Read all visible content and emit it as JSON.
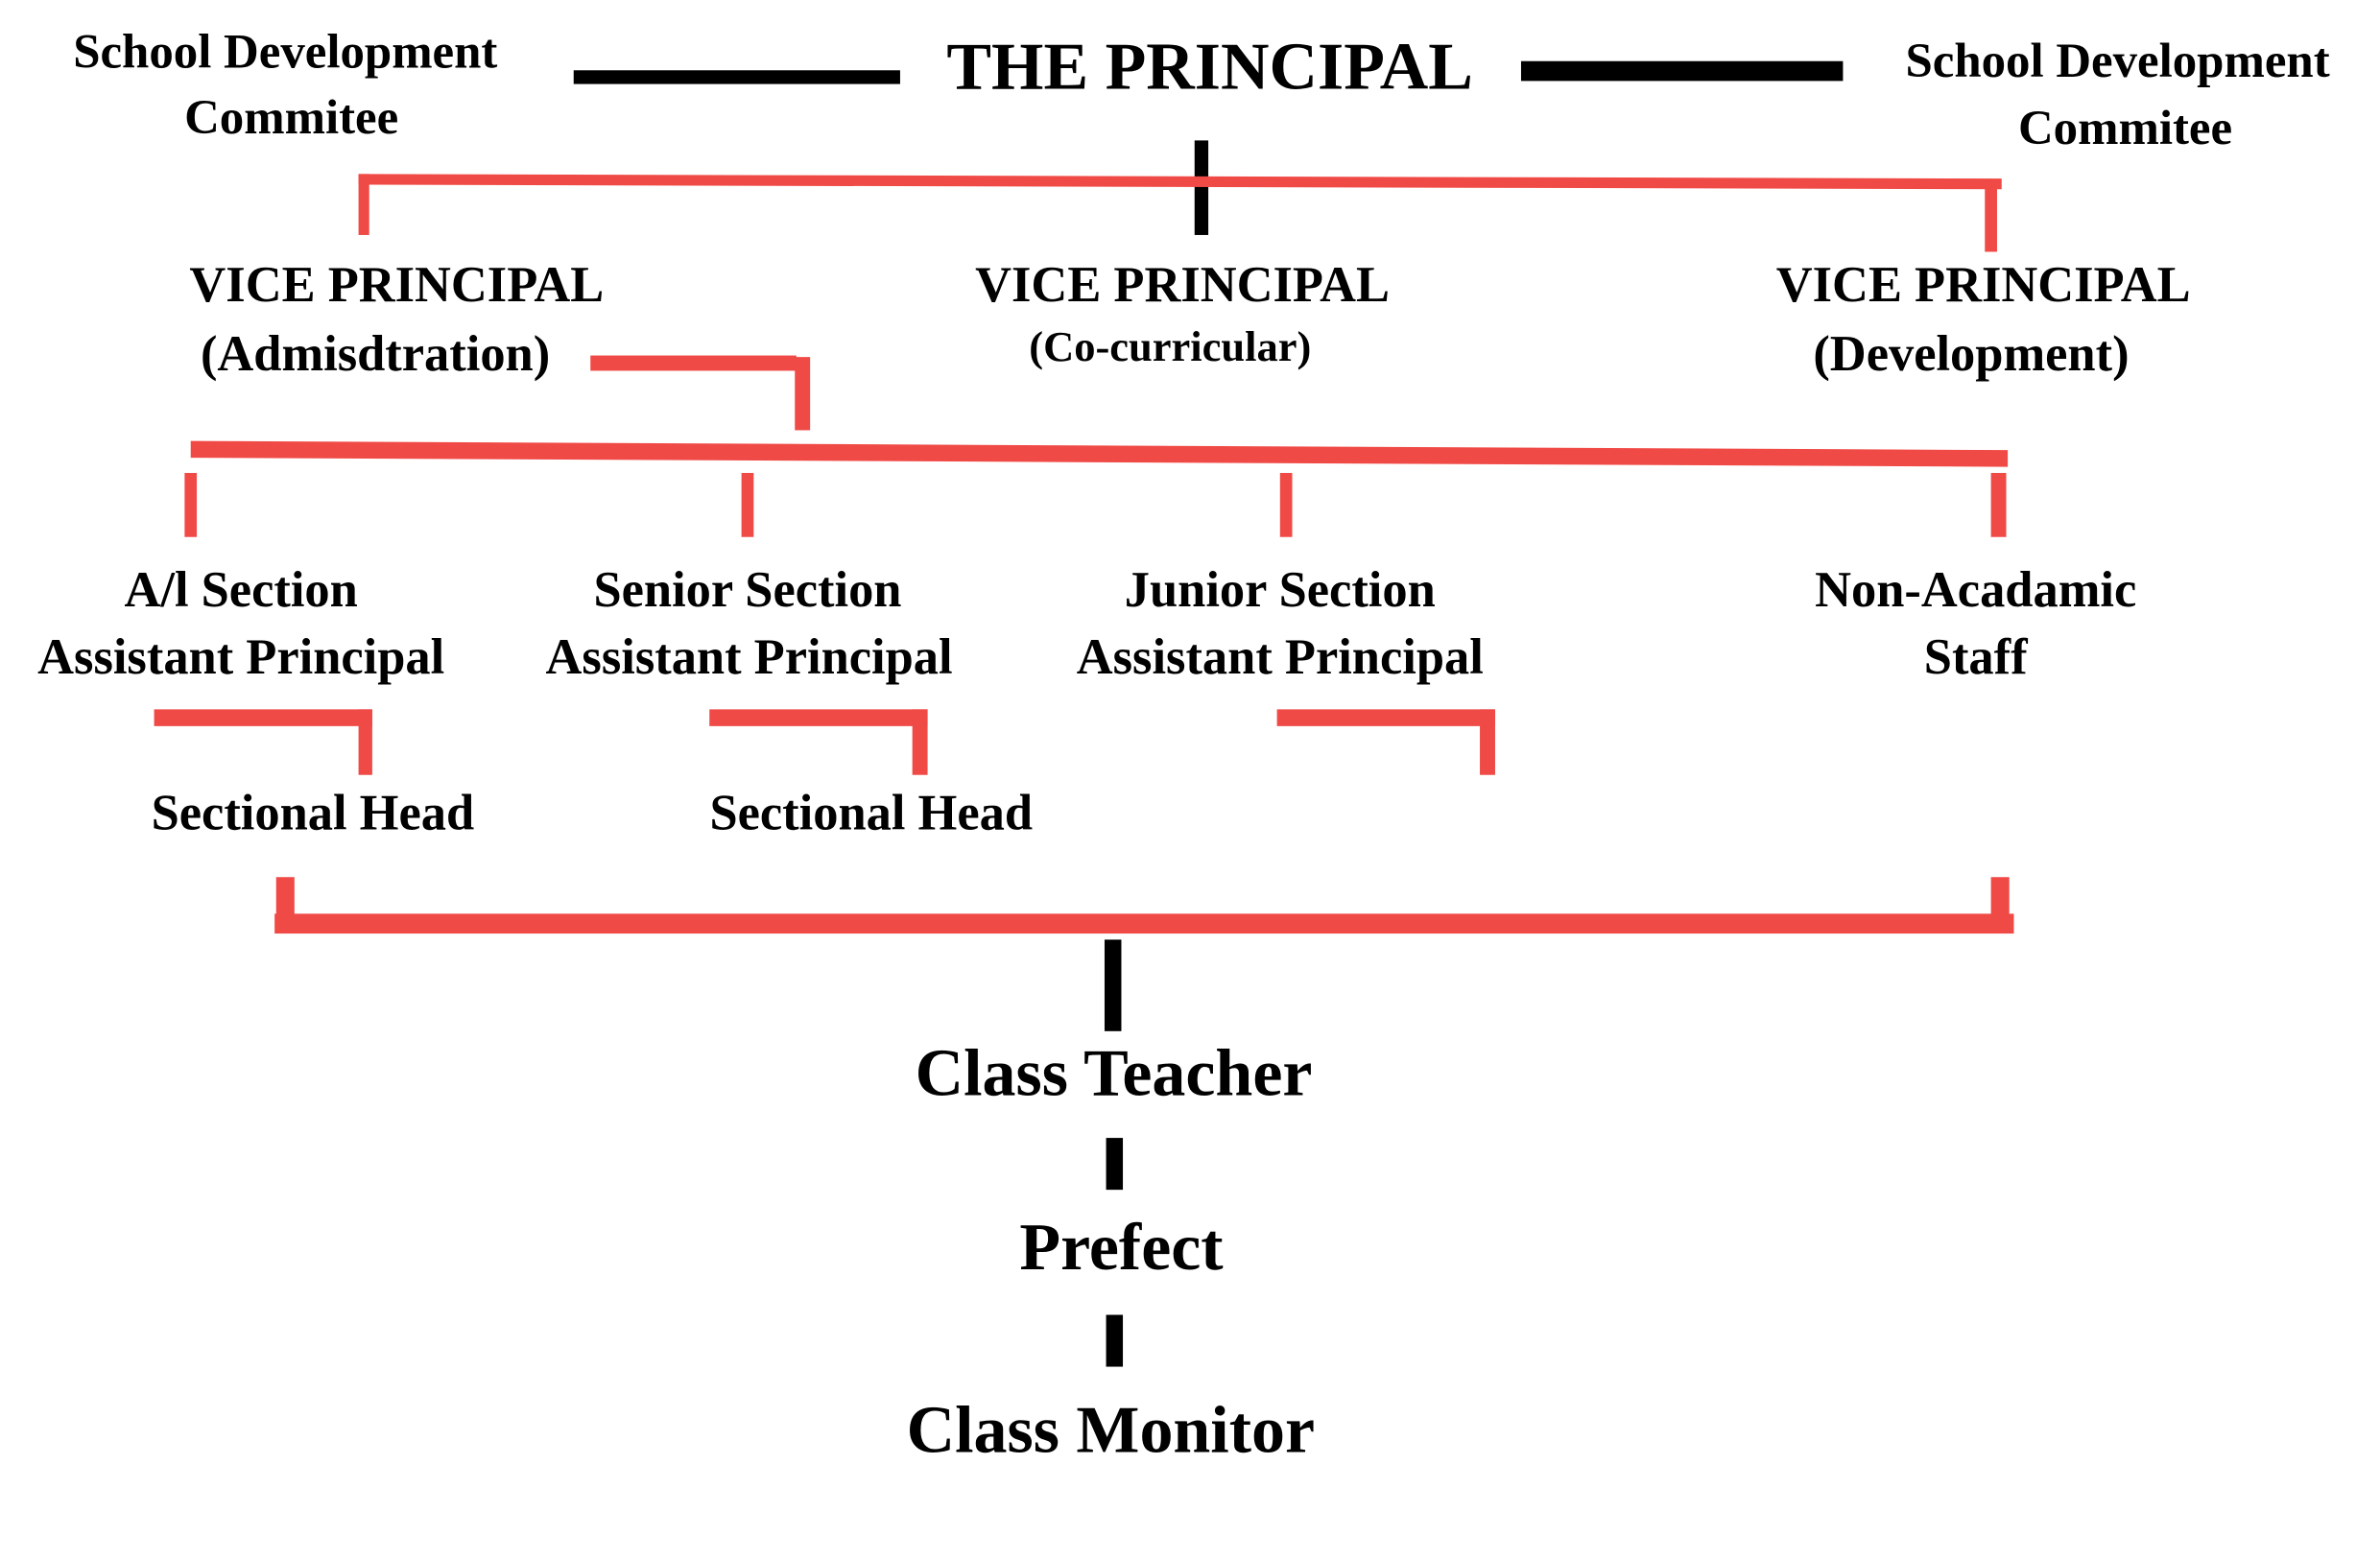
{
  "colors": {
    "connector_red": "#f04a46",
    "connector_black": "#000000"
  },
  "top": {
    "title": "THE PRINCIPAL",
    "left_committee": [
      "School Development",
      "Commitee"
    ],
    "right_committee": [
      "School Development",
      "Commitee"
    ]
  },
  "vice_principals": [
    {
      "title": "VICE PRINCIPAL",
      "role": "(Admisdtration)"
    },
    {
      "title": "VICE PRINCIPAL",
      "role": "(Co-curricular)"
    },
    {
      "title": "VICE PRINCIPAL",
      "role": "(Development)"
    }
  ],
  "sections": [
    {
      "line1": "A/l Section",
      "line2": "Assistant Principal"
    },
    {
      "line1": "Senior Section",
      "line2": "Assistant Principal"
    },
    {
      "line1": "Junior Section",
      "line2": "Assistant Principal"
    },
    {
      "line1": "Non-Acadamic",
      "line2": "Staff"
    }
  ],
  "sectional_heads": [
    "Sectional Head",
    "Sectional Head"
  ],
  "bottom_chain": [
    "Class Teacher",
    "Prefect",
    "Class Monitor"
  ]
}
